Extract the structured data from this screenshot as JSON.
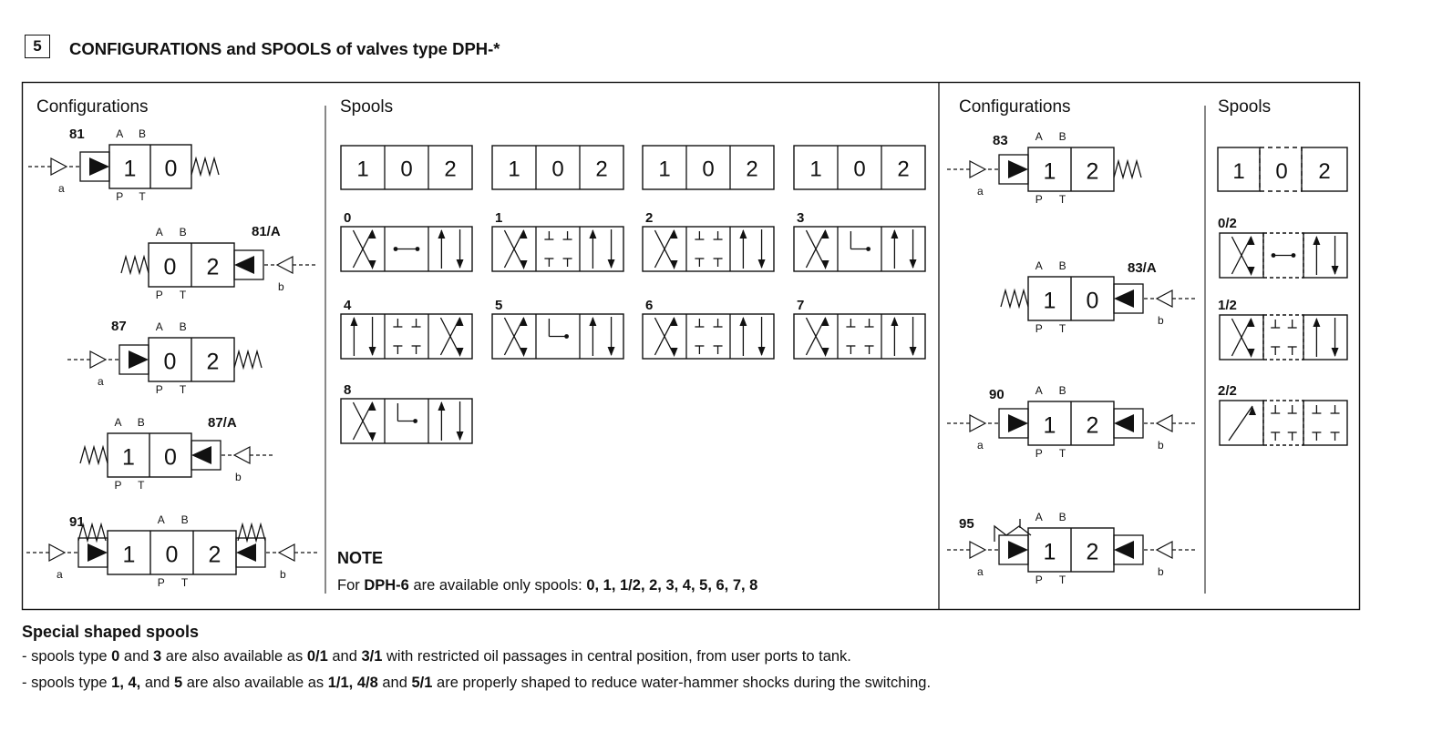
{
  "section": {
    "number": "5",
    "title": "CONFIGURATIONS and SPOOLS of valves type DPH-*"
  },
  "left_panel": {
    "configurations_title": "Configurations",
    "spools_title": "Spools",
    "configurations": [
      {
        "code": "81",
        "positions": [
          "1",
          "0"
        ],
        "ports_top": [
          "A",
          "B"
        ],
        "ports_bottom": [
          "P",
          "T"
        ],
        "pilot": "a"
      },
      {
        "code": "81/A",
        "positions": [
          "0",
          "2"
        ],
        "ports_top": [
          "A",
          "B"
        ],
        "ports_bottom": [
          "P",
          "T"
        ],
        "pilot": "b"
      },
      {
        "code": "87",
        "positions": [
          "0",
          "2"
        ],
        "ports_top": [
          "A",
          "B"
        ],
        "ports_bottom": [
          "P",
          "T"
        ],
        "pilot": "a"
      },
      {
        "code": "87/A",
        "positions": [
          "1",
          "0"
        ],
        "ports_top": [
          "A",
          "B"
        ],
        "ports_bottom": [
          "P",
          "T"
        ],
        "pilot": "b"
      },
      {
        "code": "91",
        "positions": [
          "1",
          "0",
          "2"
        ],
        "ports_top": [
          "A",
          "B"
        ],
        "ports_bottom": [
          "P",
          "T"
        ],
        "pilots": [
          "a",
          "b"
        ]
      }
    ],
    "spool_headers": [
      [
        "1",
        "0",
        "2"
      ],
      [
        "1",
        "0",
        "2"
      ],
      [
        "1",
        "0",
        "2"
      ],
      [
        "1",
        "0",
        "2"
      ]
    ],
    "spools": [
      "0",
      "1",
      "2",
      "3",
      "4",
      "5",
      "6",
      "7",
      "8"
    ],
    "note": {
      "title": "NOTE",
      "text_before": "For ",
      "text_bold": "DPH-6",
      "text_mid": " are available only spools: ",
      "spool_list": "0, 1, 1/2, 2, 3, 4, 5, 6, 7, 8"
    }
  },
  "right_panel": {
    "configurations_title": "Configurations",
    "spools_title": "Spools",
    "configurations": [
      {
        "code": "83",
        "positions": [
          "1",
          "2"
        ],
        "ports_top": [
          "A",
          "B"
        ],
        "ports_bottom": [
          "P",
          "T"
        ],
        "pilot": "a"
      },
      {
        "code": "83/A",
        "positions": [
          "1",
          "0"
        ],
        "ports_top": [
          "A",
          "B"
        ],
        "ports_bottom": [
          "P",
          "T"
        ],
        "pilot": "b"
      },
      {
        "code": "90",
        "positions": [
          "1",
          "2"
        ],
        "ports_top": [
          "A",
          "B"
        ],
        "ports_bottom": [
          "P",
          "T"
        ],
        "pilots": [
          "a",
          "b"
        ]
      },
      {
        "code": "95",
        "positions": [
          "1",
          "2"
        ],
        "ports_top": [
          "A",
          "B"
        ],
        "ports_bottom": [
          "P",
          "T"
        ],
        "pilots": [
          "a",
          "b"
        ]
      }
    ],
    "spool_header": [
      "1",
      "0",
      "2"
    ],
    "spools": [
      "0/2",
      "1/2",
      "2/2"
    ]
  },
  "special": {
    "title": "Special shaped spools",
    "line1": {
      "p1": "- spools type ",
      "b1": "0",
      "p2": " and ",
      "b2": "3",
      "p3": " are also available as ",
      "b3": "0/1",
      "p4": " and ",
      "b4": "3/1",
      "p5": " with restricted oil passages in central position, from user ports to tank."
    },
    "line2": {
      "p1": "- spools type ",
      "b1": "1, 4,",
      "p2": " and ",
      "b2": "5",
      "p3": " are also available as ",
      "b3": "1/1, 4/8",
      "p4": " and ",
      "b4": "5/1",
      "p5": " are properly shaped to reduce water-hammer shocks during the switching."
    }
  }
}
